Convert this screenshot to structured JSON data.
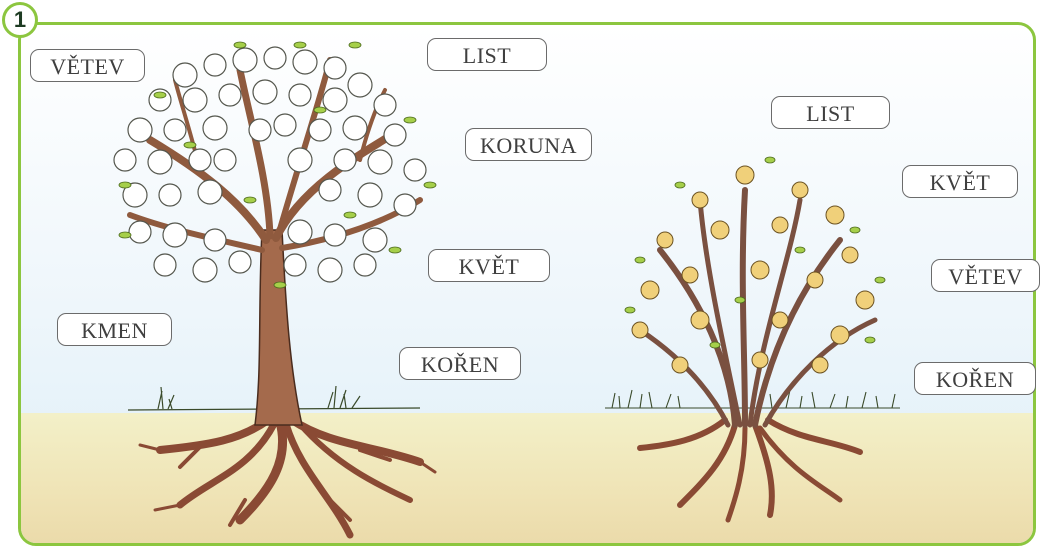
{
  "exercise_number": "1",
  "left_tree_labels": {
    "branch": "VĚTEV",
    "leaf": "LIST",
    "crown": "KORUNA",
    "flower": "KVĚT",
    "trunk": "KMEN",
    "root": "KOŘEN"
  },
  "right_shrub_labels": {
    "leaf": "LIST",
    "flower": "KVĚT",
    "branch": "VĚTEV",
    "root": "KOŘEN"
  },
  "colors": {
    "frame_border": "#8cc63f",
    "trunk": "#a46a4c",
    "root": "#8a4a34",
    "ground": "#efe3b5",
    "sky": "#eef6fb"
  }
}
